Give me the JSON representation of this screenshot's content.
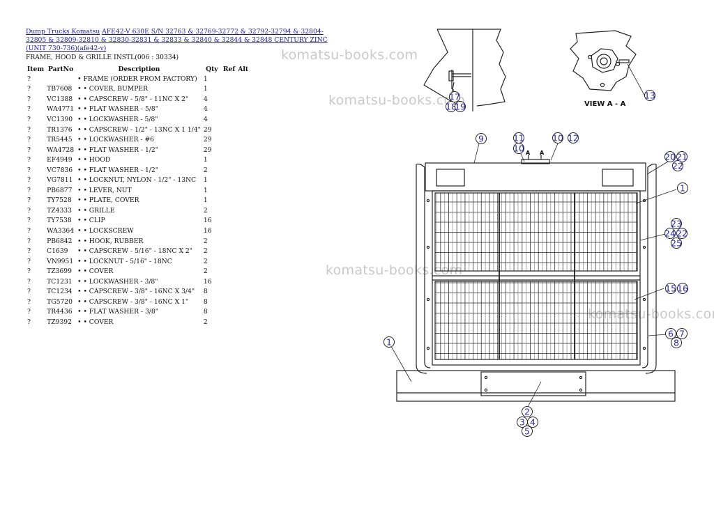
{
  "breadcrumbs": {
    "link1": "Dump Trucks Komatsu",
    "link2": "AFE42-V 630E S/N 32763 & 32769-32772 & 32792-32794 & 32804-32805 & 32809-32810 & 32830-32831 & 32833 & 32840 & 32844 & 32848 CENTURY ZINC (UNIT 730-736)(afe42-v)"
  },
  "section_title": "FRAME, HOOD & GRILLE INSTL(006 : 30334)",
  "table": {
    "headers": [
      "Item",
      "PartNo",
      "Description",
      "Qty",
      "Ref",
      "Alt"
    ],
    "rows": [
      {
        "item": "?",
        "part": "",
        "desc": "• FRAME (ORDER FROM FACTORY)",
        "qty": "1"
      },
      {
        "item": "?",
        "part": "TB7608",
        "desc": "• • COVER, BUMPER",
        "qty": "1"
      },
      {
        "item": "?",
        "part": "VC1388",
        "desc": "• • CAPSCREW - 5/8\" - 11NC X 2\"",
        "qty": "4"
      },
      {
        "item": "?",
        "part": "WA4771",
        "desc": "• • FLAT WASHER - 5/8\"",
        "qty": "4"
      },
      {
        "item": "?",
        "part": "VC1390",
        "desc": "• • LOCKWASHER - 5/8\"",
        "qty": "4"
      },
      {
        "item": "?",
        "part": "TR1376",
        "desc": "• • CAPSCREW - 1/2\" - 13NC X 1 1/4\"",
        "qty": "29"
      },
      {
        "item": "?",
        "part": "TR5445",
        "desc": "• • LOCKWASHER - #6",
        "qty": "29"
      },
      {
        "item": "?",
        "part": "WA4728",
        "desc": "• • FLAT WASHER - 1/2\"",
        "qty": "29"
      },
      {
        "item": "?",
        "part": "EF4949",
        "desc": "• • HOOD",
        "qty": "1"
      },
      {
        "item": "?",
        "part": "VC7836",
        "desc": "• • FLAT WASHER - 1/2\"",
        "qty": "2"
      },
      {
        "item": "?",
        "part": "VG7811",
        "desc": "• • LOCKNUT, NYLON - 1/2\" - 13NC",
        "qty": "1"
      },
      {
        "item": "?",
        "part": "PB6877",
        "desc": "• • LEVER, NUT",
        "qty": "1"
      },
      {
        "item": "?",
        "part": "TY7528",
        "desc": "• • PLATE, COVER",
        "qty": "1"
      },
      {
        "item": "?",
        "part": "TZ4333",
        "desc": "• • GRILLE",
        "qty": "2"
      },
      {
        "item": "?",
        "part": "TY7538",
        "desc": "• • CLIP",
        "qty": "16"
      },
      {
        "item": "?",
        "part": "WA3364",
        "desc": "• • LOCKSCREW",
        "qty": "16"
      },
      {
        "item": "?",
        "part": "PB6842",
        "desc": "• • HOOK, RUBBER",
        "qty": "2"
      },
      {
        "item": "?",
        "part": "C1639",
        "desc": "• • CAPSCREW - 5/16\" - 18NC X 2\"",
        "qty": "2"
      },
      {
        "item": "?",
        "part": "VN9951",
        "desc": "• • LOCKNUT - 5/16\" - 18NC",
        "qty": "2"
      },
      {
        "item": "?",
        "part": "TZ3699",
        "desc": "• • COVER",
        "qty": "2"
      },
      {
        "item": "?",
        "part": "TC1231",
        "desc": "• • LOCKWASHER - 3/8\"",
        "qty": "16"
      },
      {
        "item": "?",
        "part": "TC1234",
        "desc": "• • CAPSCREW - 3/8\" - 16NC X 3/4\"",
        "qty": "8"
      },
      {
        "item": "?",
        "part": "TG5720",
        "desc": "• • CAPSCREW - 3/8\" - 16NC X 1\"",
        "qty": "8"
      },
      {
        "item": "?",
        "part": "TR4436",
        "desc": "• • FLAT WASHER - 3/8\"",
        "qty": "8"
      },
      {
        "item": "?",
        "part": "TZ9392",
        "desc": "• • COVER",
        "qty": "2"
      }
    ]
  },
  "watermark": "komatsu-books.com",
  "diagram": {
    "view_label": "VIEW A - A",
    "section_mark": "A",
    "callouts": {
      "c17": "17",
      "c18": "18",
      "c19": "19",
      "c13": "13",
      "c9": "9",
      "c11": "11",
      "c10a": "10",
      "c10b": "10",
      "c12": "12",
      "c20": "20",
      "c21": "21",
      "c22": "22",
      "c1r": "1",
      "c23": "23",
      "c24": "24",
      "c25": "25",
      "c22b": "22",
      "c15": "15",
      "c16": "16",
      "c6": "6",
      "c7": "7",
      "c8": "8",
      "c1": "1",
      "c2": "2",
      "c3": "3",
      "c4": "4",
      "c5": "5"
    }
  },
  "colors": {
    "link": "#1a1aa8",
    "callout": "#2a2ab0",
    "watermark": "#c9c9c9",
    "line": "#222222"
  }
}
